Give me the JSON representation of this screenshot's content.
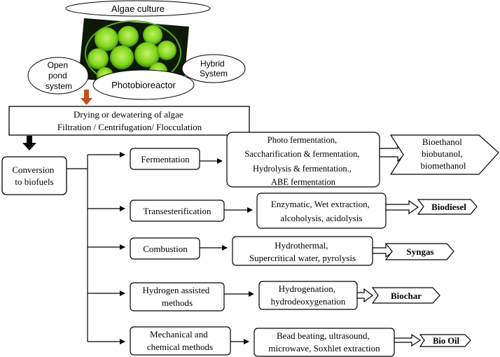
{
  "inputs": {
    "algae_culture": "Algae culture",
    "open_pond": [
      "Open",
      "pond",
      "system"
    ],
    "photobioreactor": "Photobioreactor",
    "hybrid": [
      "Hybrid",
      "System"
    ]
  },
  "drying": [
    "Drying or dewatering of algae",
    "Filtration / Centrifugation/ Flocculation"
  ],
  "conversion": [
    "Conversion",
    "to biofuels"
  ],
  "methods": [
    [
      "Fermentation"
    ],
    [
      "Transesterification"
    ],
    [
      "Combustion"
    ],
    [
      "Hydrogen assisted",
      "methods"
    ],
    [
      "Mechanical and",
      "chemical methods"
    ]
  ],
  "processes": [
    [
      "Photo fermentation,",
      "Saccharification & fermentation,",
      "Hydrolysis & fermentation.,",
      "ABE fermentation"
    ],
    [
      "Enzymatic, Wet extraction,",
      "alcoholysis, acidolysis"
    ],
    [
      "Hydrothermal,",
      "Supercritical water, pyrolysis"
    ],
    [
      "Hydrogenation,",
      "hydrodeoxygenation"
    ],
    [
      "Bead beating, ultrasound,",
      "microwave, Soxhlet extraction"
    ]
  ],
  "products": [
    [
      "Bioethanol",
      "biobutanol,",
      "biomethanol"
    ],
    [
      "Biodiesel"
    ],
    [
      "Syngas"
    ],
    [
      "Biochar"
    ],
    [
      "Bio Oil"
    ]
  ],
  "colors": {
    "stroke": "#000000",
    "algae_dark": "#0d1a08",
    "algae_cell": "#7fd41a",
    "algae_cell_light": "#c4f06a",
    "arrow_orange": "#c0501a"
  }
}
